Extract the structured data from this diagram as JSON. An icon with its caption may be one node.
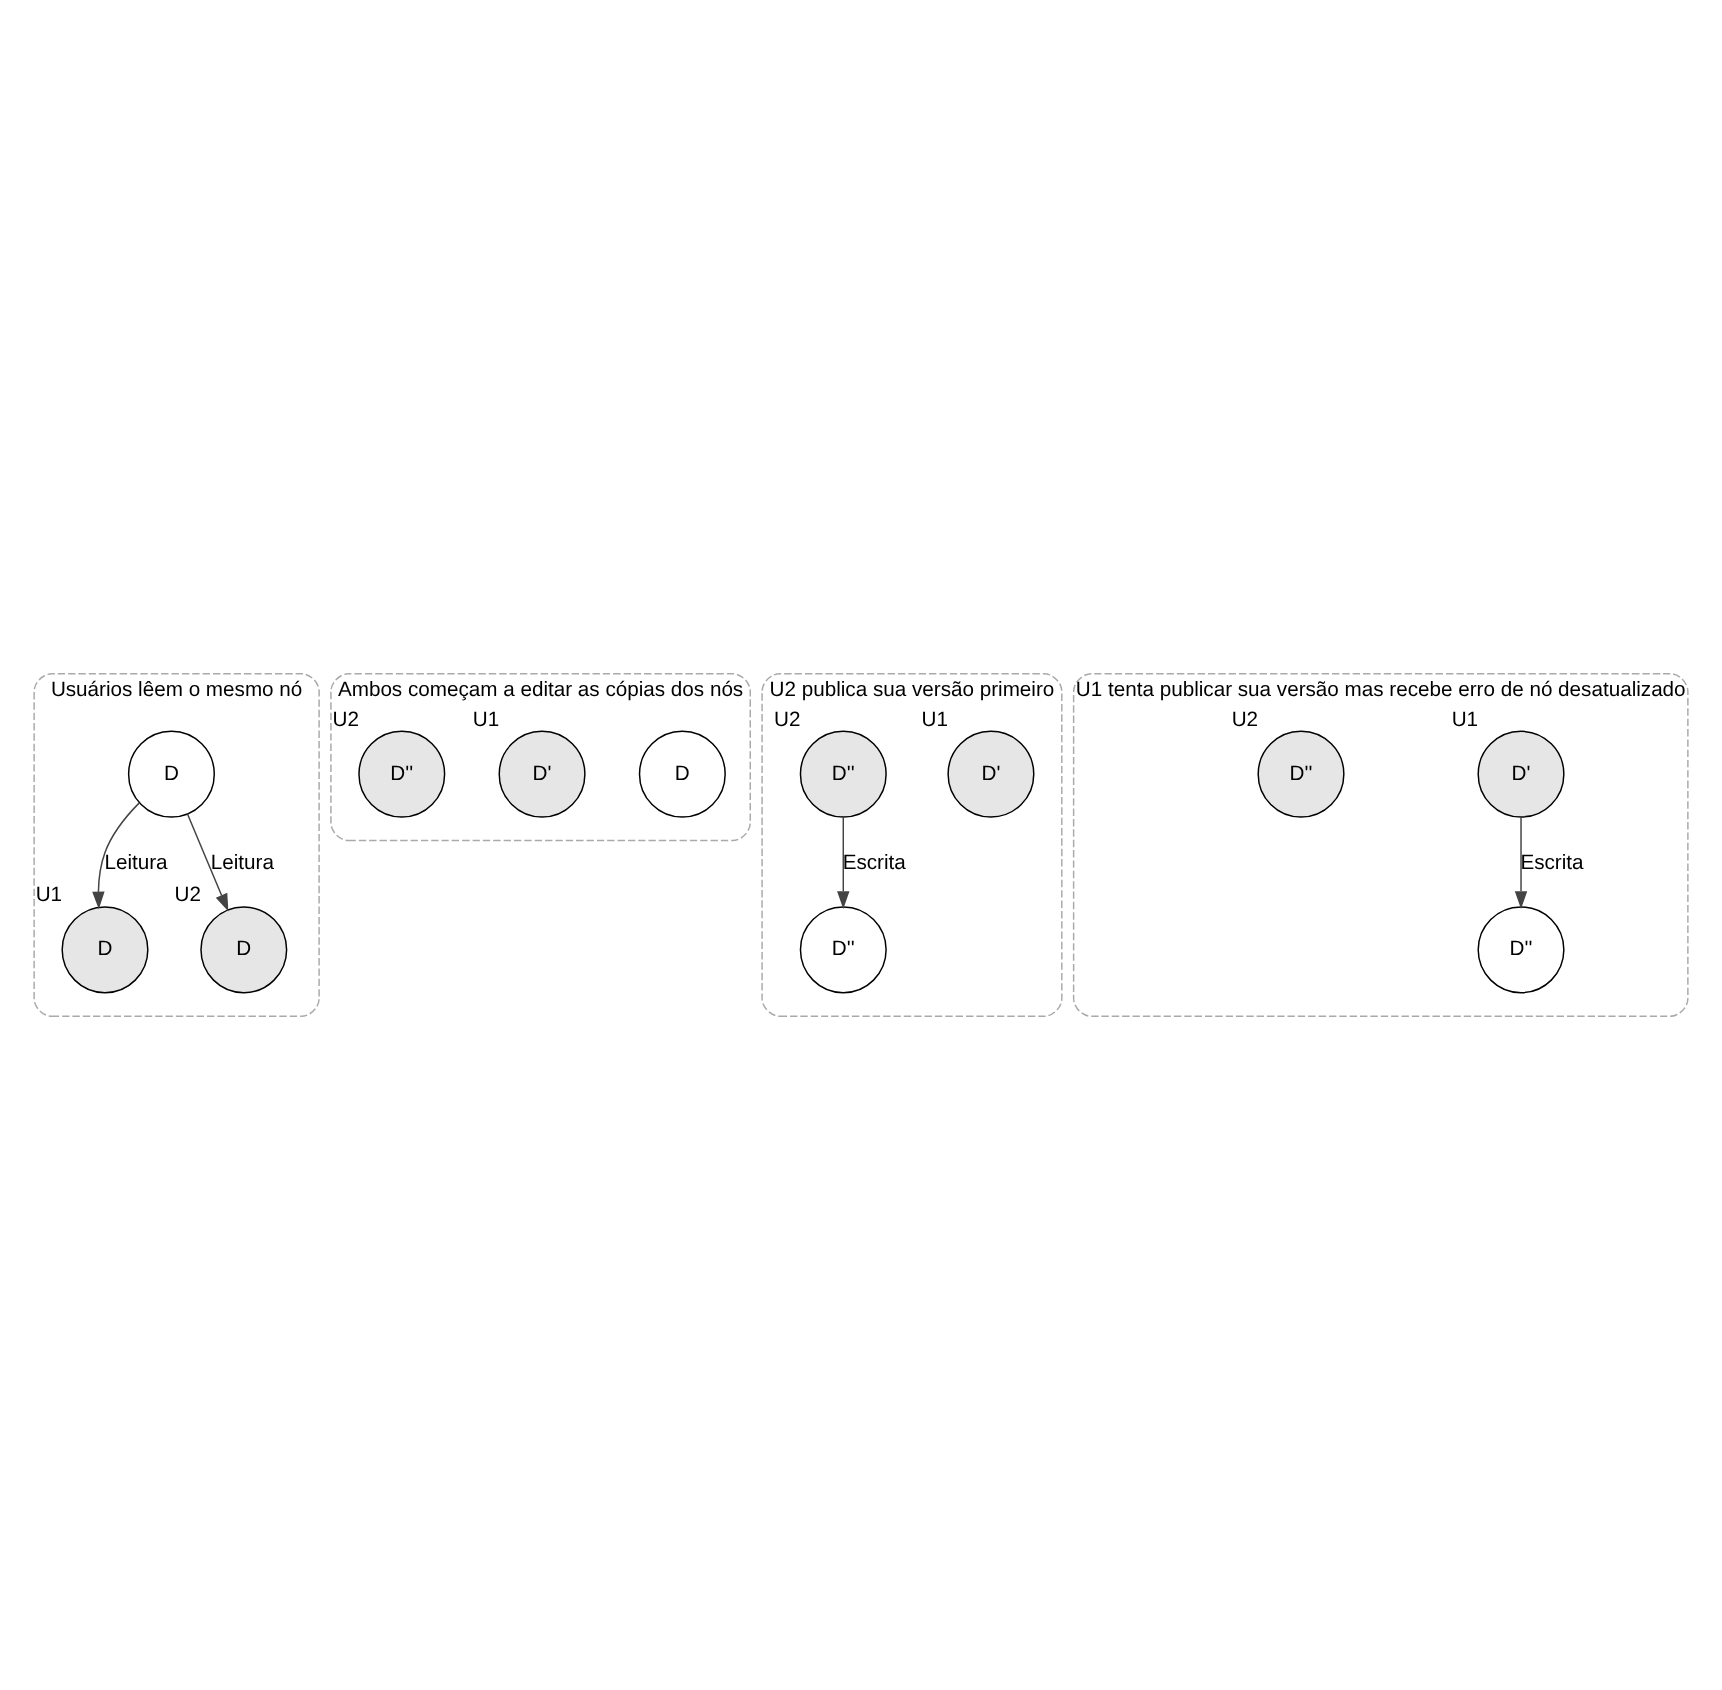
{
  "diagram": {
    "nodes": [
      {
        "text": [
          "Usuários lêem o mesmo nó"
        ]
      },
      {
        "text": [
          "D"
        ],
        "in": 0
      },
      {
        "text": [
          "D"
        ],
        "in": 0,
        "beside": [
          "U1"
        ]
      },
      {
        "text": [
          "D"
        ],
        "in": 0,
        "beside": [
          "U2"
        ]
      },
      {
        "text": [
          "Ambos começam a editar as cópias dos nós"
        ]
      },
      {
        "text": [
          "D"
        ],
        "in": 4
      },
      {
        "text": [
          "D'"
        ],
        "in": 4,
        "beside": [
          "U1"
        ]
      },
      {
        "text": [
          "D''"
        ],
        "in": 4,
        "beside": [
          "U2"
        ]
      },
      {
        "text": [
          "U2 publica sua versão primeiro"
        ]
      },
      {
        "text": [
          "D''"
        ],
        "in": 8
      },
      {
        "text": [
          "D'"
        ],
        "in": 8,
        "beside": [
          "U1"
        ]
      },
      {
        "text": [
          "D''"
        ],
        "in": 8,
        "beside": [
          "U2"
        ]
      },
      {
        "text": [
          "U1 tenta publicar sua versão mas recebe erro de nó desatualizado"
        ]
      },
      {
        "text": [
          "D''"
        ],
        "in": 12
      },
      {
        "text": [
          "D'"
        ],
        "in": 12,
        "beside": [
          "U1"
        ]
      },
      {
        "text": [
          "D''"
        ],
        "in": 12,
        "beside": [
          "U2"
        ]
      }
    ],
    "edges": [
      {
        "from": 1,
        "to": 2,
        "arrow": "to",
        "label": "Leitura"
      },
      {
        "from": 1,
        "to": 3,
        "arrow": "to",
        "label": "Leitura"
      },
      {
        "from": 11,
        "to": 9,
        "arrow": "to",
        "label": "Escrita"
      },
      {
        "from": 14,
        "to": 13,
        "arrow": "to",
        "label": "Escrita"
      }
    ]
  }
}
